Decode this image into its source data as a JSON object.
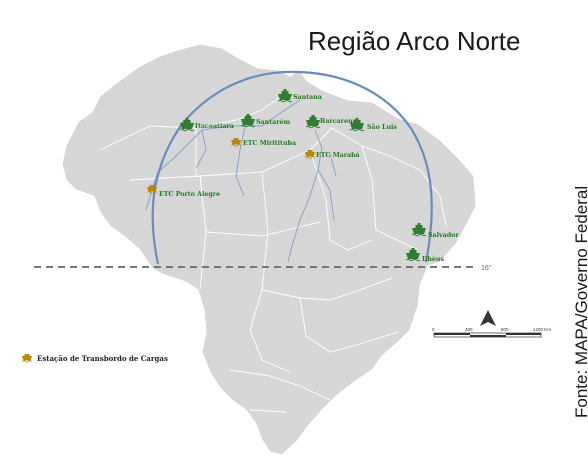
{
  "title": "Região Arco Norte",
  "source": "Fonte: MAPA/Governo  Federal",
  "legend": {
    "label": "Estação de Transbordo de Cargas",
    "icon": "ship-icon-brown"
  },
  "latitude_label": "16°",
  "scale_bar": {
    "ticks": [
      "0",
      "400",
      "800",
      "1200 Km"
    ]
  },
  "compass": {
    "icon": "north-arrow-icon"
  },
  "colors": {
    "land": "#d6d6d6",
    "land_border": "#ffffff",
    "arc": "#6a8cbd",
    "rivers": "#7f9fc8",
    "port_icon": "#2e7d32",
    "port_text": "#1f7a1f",
    "etc_icon": "#b8860b",
    "dashed_line": "#777777"
  },
  "ports": [
    {
      "name": "Itacoatiara",
      "icon": "ship-icon-green"
    },
    {
      "name": "Santarém",
      "icon": "ship-icon-green"
    },
    {
      "name": "Santana",
      "icon": "ship-icon-green"
    },
    {
      "name": "Barcarena",
      "icon": "ship-icon-green"
    },
    {
      "name": "São Luís",
      "icon": "ship-icon-green"
    },
    {
      "name": "Salvador",
      "icon": "ship-icon-green"
    },
    {
      "name": "Ilhéus",
      "icon": "ship-icon-green"
    }
  ],
  "stations": [
    {
      "name": "ETC Miritituba",
      "icon": "ship-icon-brown"
    },
    {
      "name": "ETC Marabá",
      "icon": "ship-icon-brown"
    },
    {
      "name": "ETC Porto Alegre",
      "icon": "ship-icon-brown"
    }
  ]
}
